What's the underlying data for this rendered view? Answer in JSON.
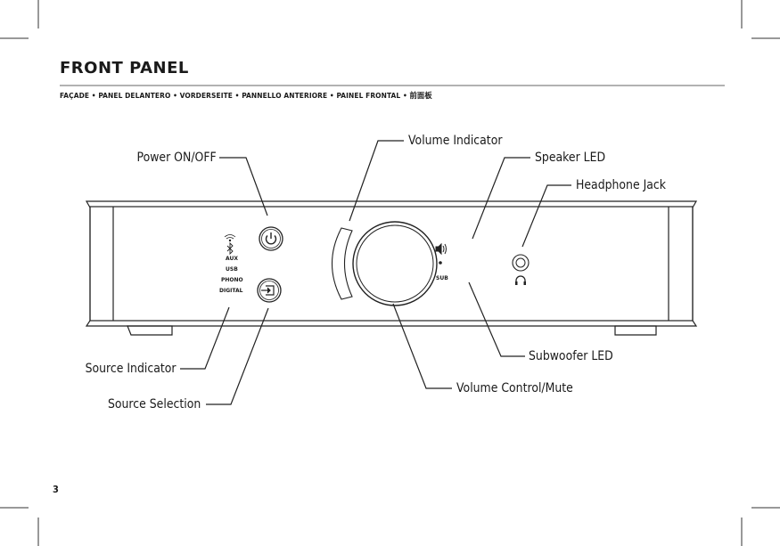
{
  "page": {
    "title": "FRONT PANEL",
    "subtitle": "FAÇADE • PANEL DELANTERO • VORDERSEITE • PANNELLO ANTERIORE • PAINEL FRONTAL • 前面板",
    "page_number": "3"
  },
  "callouts": {
    "power": "Power ON/OFF",
    "volume_indicator": "Volume Indicator",
    "speaker_led": "Speaker LED",
    "headphone_jack": "Headphone Jack",
    "source_indicator": "Source Indicator",
    "source_selection": "Source Selection",
    "subwoofer_led": "Subwoofer LED",
    "volume_control": "Volume Control/Mute"
  },
  "panel": {
    "sources": [
      "AUX",
      "USB",
      "PHONO",
      "DIGITAL"
    ],
    "sub_label": "SUB"
  }
}
